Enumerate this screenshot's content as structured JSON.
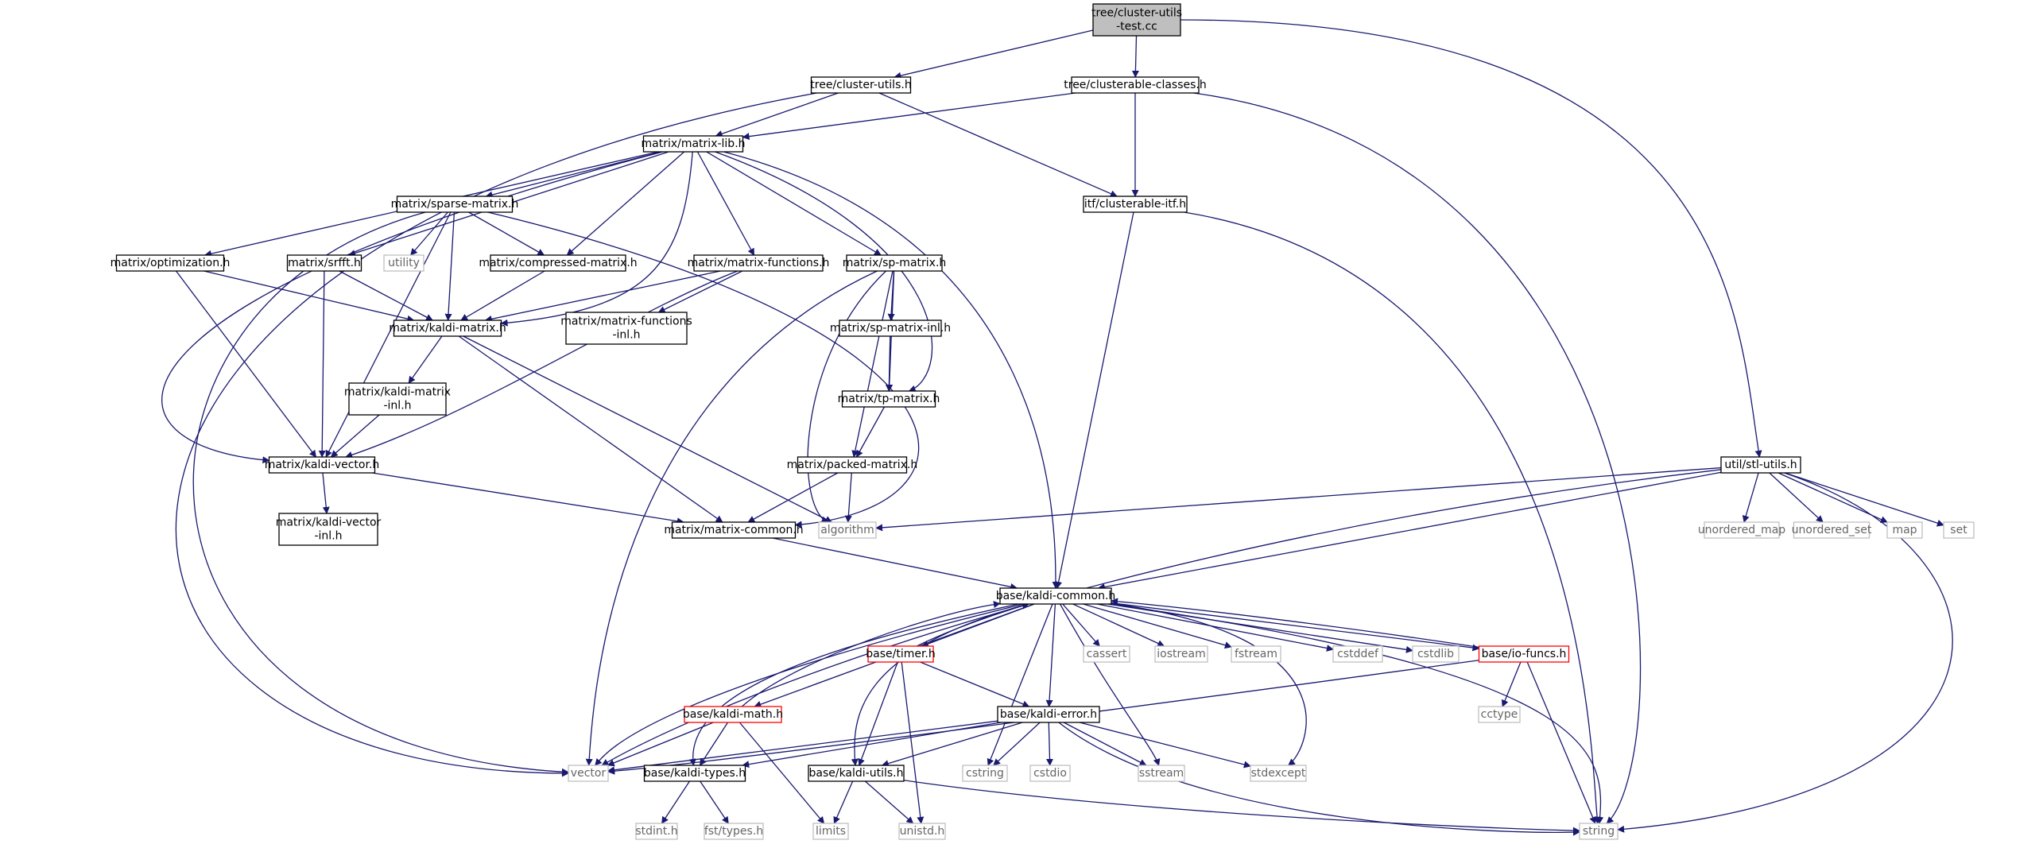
{
  "diagram": {
    "title": "",
    "edge_color": "#191970",
    "nodes": [
      {
        "id": "root",
        "label": [
          "tree/cluster-utils",
          "-test.cc"
        ],
        "style": "root"
      },
      {
        "id": "cu",
        "label": [
          "tree/cluster-utils.h"
        ],
        "style": "solid"
      },
      {
        "id": "cc",
        "label": [
          "tree/clusterable-classes.h"
        ],
        "style": "solid"
      },
      {
        "id": "ml",
        "label": [
          "matrix/matrix-lib.h"
        ],
        "style": "solid"
      },
      {
        "id": "itf",
        "label": [
          "itf/clusterable-itf.h"
        ],
        "style": "solid"
      },
      {
        "id": "sm",
        "label": [
          "matrix/sparse-matrix.h"
        ],
        "style": "solid"
      },
      {
        "id": "opt",
        "label": [
          "matrix/optimization.h"
        ],
        "style": "solid"
      },
      {
        "id": "srfft",
        "label": [
          "matrix/srfft.h"
        ],
        "style": "solid"
      },
      {
        "id": "utility",
        "label": [
          "utility"
        ],
        "style": "sys"
      },
      {
        "id": "cm",
        "label": [
          "matrix/compressed-matrix.h"
        ],
        "style": "solid"
      },
      {
        "id": "mf",
        "label": [
          "matrix/matrix-functions.h"
        ],
        "style": "solid"
      },
      {
        "id": "sp",
        "label": [
          "matrix/sp-matrix.h"
        ],
        "style": "solid"
      },
      {
        "id": "km",
        "label": [
          "matrix/kaldi-matrix.h"
        ],
        "style": "solid"
      },
      {
        "id": "mfi",
        "label": [
          "matrix/matrix-functions",
          "-inl.h"
        ],
        "style": "solid"
      },
      {
        "id": "spi",
        "label": [
          "matrix/sp-matrix-inl.h"
        ],
        "style": "solid"
      },
      {
        "id": "kmi",
        "label": [
          "matrix/kaldi-matrix",
          "-inl.h"
        ],
        "style": "solid"
      },
      {
        "id": "tp",
        "label": [
          "matrix/tp-matrix.h"
        ],
        "style": "solid"
      },
      {
        "id": "kv",
        "label": [
          "matrix/kaldi-vector.h"
        ],
        "style": "solid"
      },
      {
        "id": "pm",
        "label": [
          "matrix/packed-matrix.h"
        ],
        "style": "solid"
      },
      {
        "id": "kvi",
        "label": [
          "matrix/kaldi-vector",
          "-inl.h"
        ],
        "style": "solid"
      },
      {
        "id": "mc",
        "label": [
          "matrix/matrix-common.h"
        ],
        "style": "solid"
      },
      {
        "id": "algorithm",
        "label": [
          "algorithm"
        ],
        "style": "sys"
      },
      {
        "id": "stl",
        "label": [
          "util/stl-utils.h"
        ],
        "style": "solid"
      },
      {
        "id": "umap",
        "label": [
          "unordered_map"
        ],
        "style": "sys"
      },
      {
        "id": "uset",
        "label": [
          "unordered_set"
        ],
        "style": "sys"
      },
      {
        "id": "map",
        "label": [
          "map"
        ],
        "style": "sys"
      },
      {
        "id": "set",
        "label": [
          "set"
        ],
        "style": "sys"
      },
      {
        "id": "kc",
        "label": [
          "base/kaldi-common.h"
        ],
        "style": "solid"
      },
      {
        "id": "timer",
        "label": [
          "base/timer.h"
        ],
        "style": "red"
      },
      {
        "id": "cassert",
        "label": [
          "cassert"
        ],
        "style": "sys"
      },
      {
        "id": "iostream",
        "label": [
          "iostream"
        ],
        "style": "sys"
      },
      {
        "id": "fstream",
        "label": [
          "fstream"
        ],
        "style": "sys"
      },
      {
        "id": "cstddef",
        "label": [
          "cstddef"
        ],
        "style": "sys"
      },
      {
        "id": "cstdlib",
        "label": [
          "cstdlib"
        ],
        "style": "sys"
      },
      {
        "id": "io",
        "label": [
          "base/io-funcs.h"
        ],
        "style": "red"
      },
      {
        "id": "kmath",
        "label": [
          "base/kaldi-math.h"
        ],
        "style": "red"
      },
      {
        "id": "ke",
        "label": [
          "base/kaldi-error.h"
        ],
        "style": "solid"
      },
      {
        "id": "cctype",
        "label": [
          "cctype"
        ],
        "style": "sys"
      },
      {
        "id": "vector",
        "label": [
          "vector"
        ],
        "style": "sys"
      },
      {
        "id": "kt",
        "label": [
          "base/kaldi-types.h"
        ],
        "style": "solid"
      },
      {
        "id": "ku",
        "label": [
          "base/kaldi-utils.h"
        ],
        "style": "solid"
      },
      {
        "id": "cstring",
        "label": [
          "cstring"
        ],
        "style": "sys"
      },
      {
        "id": "cstdio",
        "label": [
          "cstdio"
        ],
        "style": "sys"
      },
      {
        "id": "sstream",
        "label": [
          "sstream"
        ],
        "style": "sys"
      },
      {
        "id": "stdexcept",
        "label": [
          "stdexcept"
        ],
        "style": "sys"
      },
      {
        "id": "stdint",
        "label": [
          "stdint.h"
        ],
        "style": "sys"
      },
      {
        "id": "fsttypes",
        "label": [
          "fst/types.h"
        ],
        "style": "sys"
      },
      {
        "id": "limits",
        "label": [
          "limits"
        ],
        "style": "sys"
      },
      {
        "id": "unistd",
        "label": [
          "unistd.h"
        ],
        "style": "sys"
      },
      {
        "id": "string",
        "label": [
          "string"
        ],
        "style": "sys"
      }
    ],
    "edges": [
      [
        "root",
        "cu"
      ],
      [
        "root",
        "cc"
      ],
      [
        "root",
        "stl"
      ],
      [
        "cu",
        "ml"
      ],
      [
        "cu",
        "itf"
      ],
      [
        "cu",
        "vector"
      ],
      [
        "cc",
        "ml"
      ],
      [
        "cc",
        "itf"
      ],
      [
        "cc",
        "string"
      ],
      [
        "itf",
        "kc"
      ],
      [
        "itf",
        "string"
      ],
      [
        "ml",
        "sm"
      ],
      [
        "ml",
        "opt"
      ],
      [
        "ml",
        "srfft"
      ],
      [
        "ml",
        "cm"
      ],
      [
        "ml",
        "mf"
      ],
      [
        "ml",
        "sp"
      ],
      [
        "ml",
        "km"
      ],
      [
        "ml",
        "kv"
      ],
      [
        "ml",
        "tp"
      ],
      [
        "ml",
        "kc"
      ],
      [
        "sm",
        "utility"
      ],
      [
        "sm",
        "cm"
      ],
      [
        "sm",
        "km"
      ],
      [
        "sm",
        "kv"
      ],
      [
        "sm",
        "mc"
      ],
      [
        "sm",
        "vector"
      ],
      [
        "opt",
        "km"
      ],
      [
        "opt",
        "kv"
      ],
      [
        "srfft",
        "km"
      ],
      [
        "srfft",
        "kv"
      ],
      [
        "cm",
        "km"
      ],
      [
        "mf",
        "km"
      ],
      [
        "mf",
        "kv"
      ],
      [
        "mf",
        "mfi"
      ],
      [
        "sp",
        "spi"
      ],
      [
        "sp",
        "tp"
      ],
      [
        "sp",
        "pm"
      ],
      [
        "sp",
        "algorithm"
      ],
      [
        "sp",
        "vector"
      ],
      [
        "spi",
        "tp"
      ],
      [
        "tp",
        "pm"
      ],
      [
        "pm",
        "mc"
      ],
      [
        "pm",
        "algorithm"
      ],
      [
        "km",
        "kmi"
      ],
      [
        "km",
        "mc"
      ],
      [
        "km",
        "algorithm"
      ],
      [
        "kmi",
        "kv"
      ],
      [
        "kv",
        "kvi"
      ],
      [
        "kv",
        "mc"
      ],
      [
        "mc",
        "kc"
      ],
      [
        "stl",
        "umap"
      ],
      [
        "stl",
        "uset"
      ],
      [
        "stl",
        "map"
      ],
      [
        "stl",
        "set"
      ],
      [
        "stl",
        "algorithm"
      ],
      [
        "stl",
        "vector"
      ],
      [
        "stl",
        "string"
      ],
      [
        "stl",
        "kc"
      ],
      [
        "kc",
        "timer"
      ],
      [
        "kc",
        "cassert"
      ],
      [
        "kc",
        "iostream"
      ],
      [
        "kc",
        "fstream"
      ],
      [
        "kc",
        "cstddef"
      ],
      [
        "kc",
        "cstdlib"
      ],
      [
        "kc",
        "io"
      ],
      [
        "kc",
        "kmath"
      ],
      [
        "kc",
        "ke"
      ],
      [
        "kc",
        "vector"
      ],
      [
        "kc",
        "kt"
      ],
      [
        "kc",
        "ku"
      ],
      [
        "kc",
        "cstring"
      ],
      [
        "kc",
        "sstream"
      ],
      [
        "kc",
        "stdexcept"
      ],
      [
        "kc",
        "string"
      ],
      [
        "timer",
        "ke"
      ],
      [
        "timer",
        "ku"
      ],
      [
        "timer",
        "unistd"
      ],
      [
        "timer",
        "kc"
      ],
      [
        "io",
        "kc"
      ],
      [
        "io",
        "cctype"
      ],
      [
        "io",
        "string"
      ],
      [
        "io",
        "vector"
      ],
      [
        "kmath",
        "kt"
      ],
      [
        "kmath",
        "vector"
      ],
      [
        "kmath",
        "limits"
      ],
      [
        "kmath",
        "kc"
      ],
      [
        "ke",
        "kt"
      ],
      [
        "ke",
        "ku"
      ],
      [
        "ke",
        "cstring"
      ],
      [
        "ke",
        "cstdio"
      ],
      [
        "ke",
        "sstream"
      ],
      [
        "ke",
        "stdexcept"
      ],
      [
        "ke",
        "string"
      ],
      [
        "ke",
        "vector"
      ],
      [
        "kt",
        "stdint"
      ],
      [
        "kt",
        "fsttypes"
      ],
      [
        "ku",
        "limits"
      ],
      [
        "ku",
        "unistd"
      ],
      [
        "ku",
        "string"
      ]
    ]
  }
}
